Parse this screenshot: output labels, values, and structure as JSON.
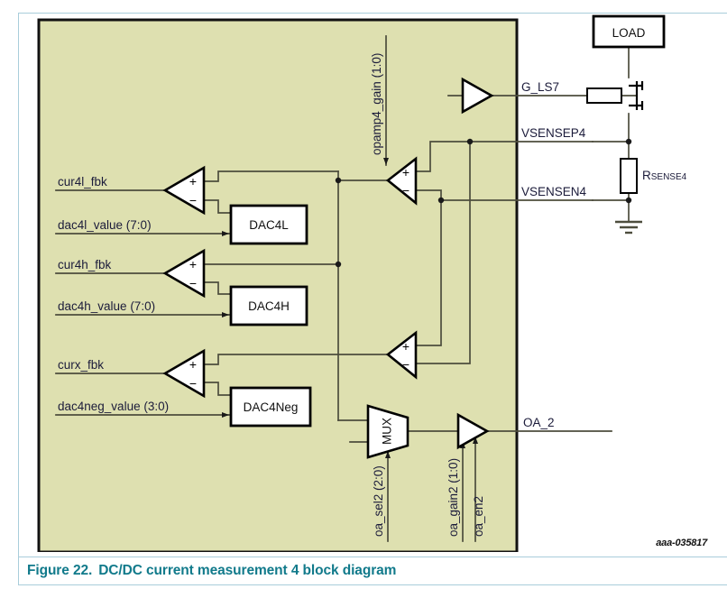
{
  "figure": {
    "number": "Figure 22.",
    "title": "DC/DC current measurement 4 block diagram",
    "asset_id": "aaa-035817"
  },
  "colors": {
    "block_fill": "#dee0b0",
    "block_border": "#000000",
    "wire": "#4d4d3d",
    "symbol_fill": "#ffffff",
    "symbol_border": "#000000",
    "label_text": "#1b1b3a",
    "caption_text": "#117a8b",
    "page_rule": "#a9cddb"
  },
  "inputs": {
    "cur4l_fbk": "cur4l_fbk",
    "dac4l_value": "dac4l_value (7:0)",
    "cur4h_fbk": "cur4h_fbk",
    "dac4h_value": "dac4h_value (7:0)",
    "curx_fbk": "curx_fbk",
    "dac4neg_value": "dac4neg_value (3:0)"
  },
  "blocks": {
    "dac4l": "DAC4L",
    "dac4h": "DAC4H",
    "dac4neg": "DAC4Neg",
    "mux": "MUX",
    "load": "LOAD"
  },
  "control_signals": {
    "opamp4_gain": "opamp4_gain (1:0)",
    "oa_sel2": "oa_sel2 (2:0)",
    "oa_gain2": "oa_gain2 (1:0)",
    "oa_en2": "oa_en2"
  },
  "nets": {
    "g_ls7": "G_LS7",
    "vsensep4": "VSENSEP4",
    "vsensen4": "VSENSEN4",
    "oa_2": "OA_2"
  },
  "components": {
    "rsense_prefix": "R",
    "rsense_suffix": "SENSE4"
  },
  "symbols": {
    "plus": "+",
    "minus": "−"
  }
}
